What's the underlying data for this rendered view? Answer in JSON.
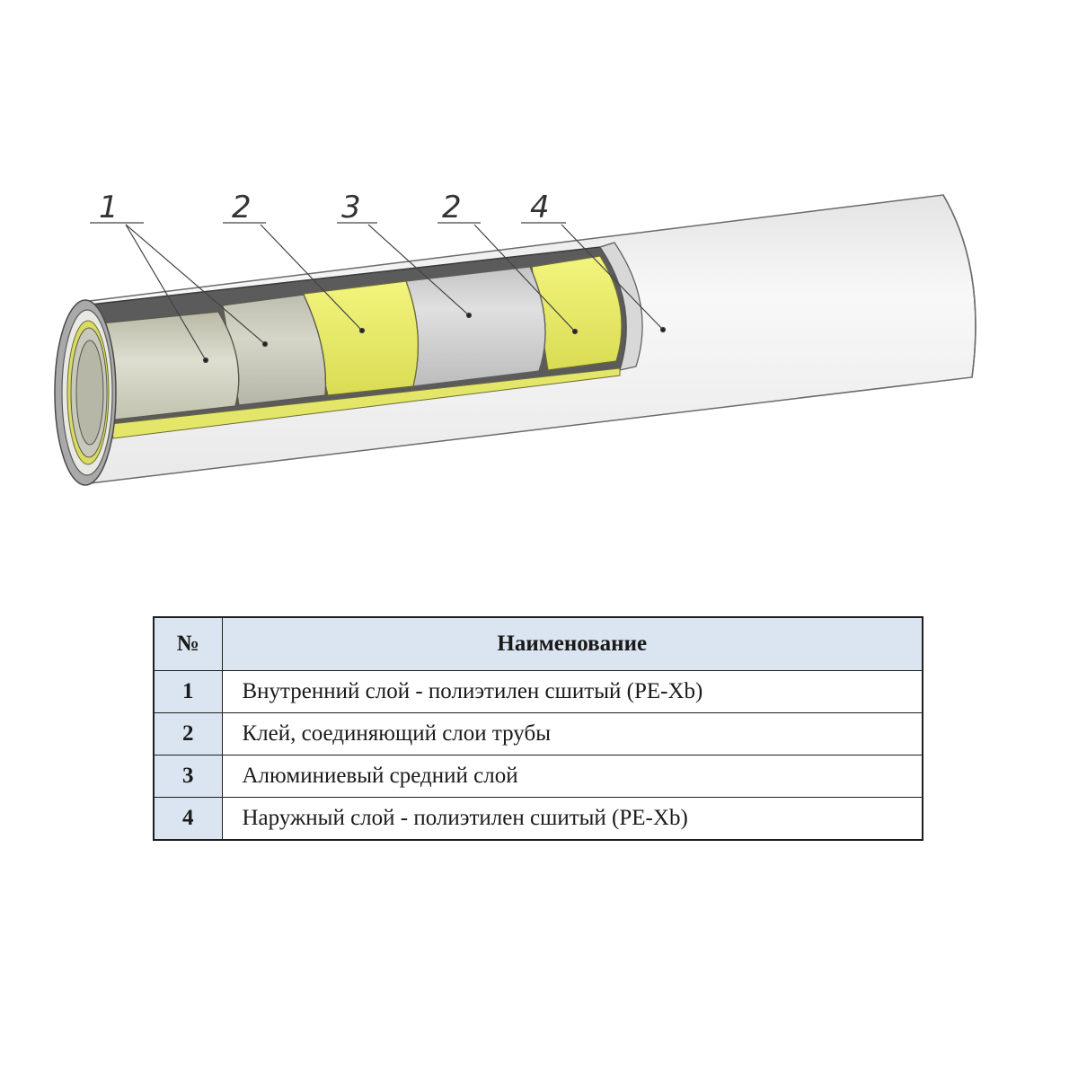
{
  "colors": {
    "outer_layer": "#f3f3f3",
    "adhesive_layer": "#e6e86e",
    "aluminium_layer": "#cfcfcf",
    "inner_layer": "#c9c9b6",
    "table_header_bg": "#dbe5f1"
  },
  "diagram": {
    "callouts": [
      "1",
      "2",
      "3",
      "2",
      "4"
    ]
  },
  "table": {
    "headers": {
      "num": "№",
      "name": "Наименование"
    },
    "rows": [
      {
        "num": "1",
        "name": "Внутренний слой - полиэтилен сшитый (PE-Xb)"
      },
      {
        "num": "2",
        "name": "Клей, соединяющий слои трубы"
      },
      {
        "num": "3",
        "name": "Алюминиевый средний слой"
      },
      {
        "num": "4",
        "name": "Наружный слой - полиэтилен сшитый (PE-Xb)"
      }
    ]
  }
}
